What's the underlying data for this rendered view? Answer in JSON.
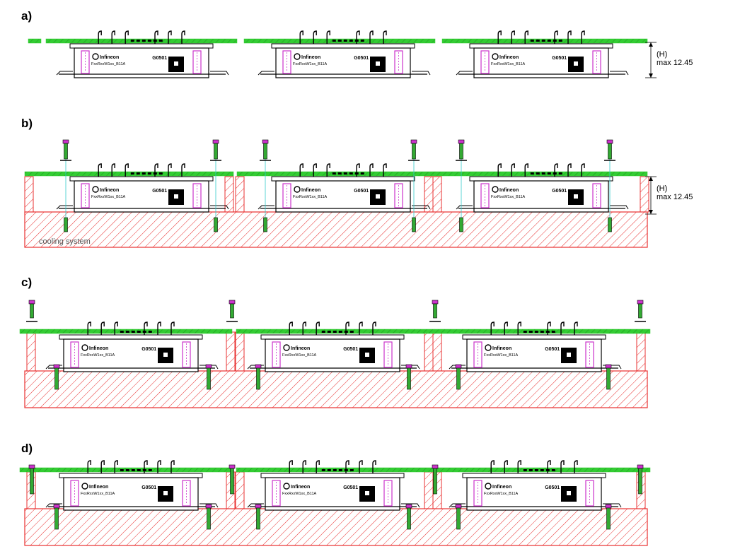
{
  "panels": [
    {
      "label": "a)",
      "dimension_height": "(H)",
      "dimension_value": "max 12.45"
    },
    {
      "label": "b)",
      "dimension_height": "(H)",
      "dimension_value": "max 12.45",
      "cooling_label": "cooling system"
    },
    {
      "label": "c)"
    },
    {
      "label": "d)"
    }
  ],
  "module": {
    "brand": "Infineon",
    "part_number": "FxxRxxW1xx_B11A",
    "code": "G0501"
  },
  "colors": {
    "pcb": "#33cc33",
    "hatch": "#e83030",
    "pins": "#cc33cc",
    "guides": "#33cccc",
    "screw": "#33aa33",
    "outline": "#000000"
  }
}
